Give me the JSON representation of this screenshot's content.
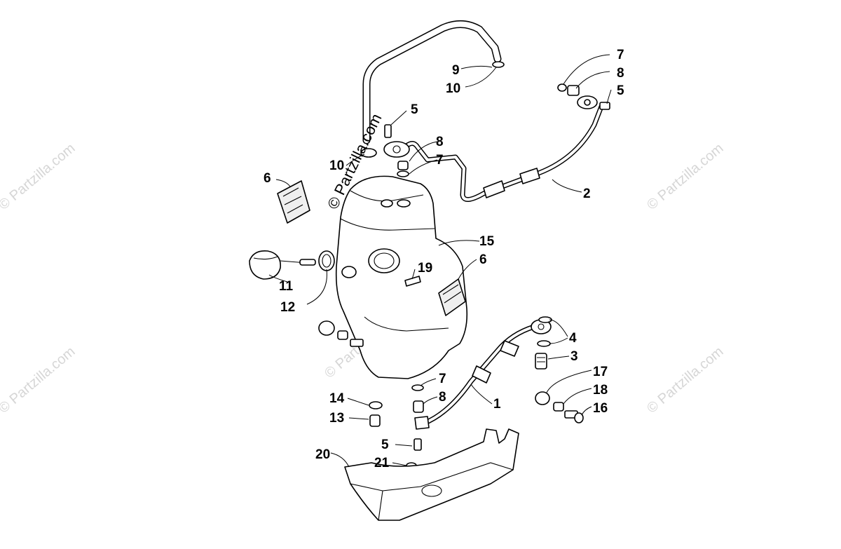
{
  "watermark": {
    "main_text": "© Partzilla.com",
    "faded_text": "© Partzilla.com"
  },
  "callouts": {
    "c1": "1",
    "c2": "2",
    "c3": "3",
    "c4": "4",
    "c5a": "5",
    "c5b": "5",
    "c5c": "5",
    "c6a": "6",
    "c6b": "6",
    "c7a": "7",
    "c7b": "7",
    "c7c": "7",
    "c8a": "8",
    "c8b": "8",
    "c8c": "8",
    "c9": "9",
    "c10a": "10",
    "c10b": "10",
    "c11": "11",
    "c12": "12",
    "c13": "13",
    "c14": "14",
    "c15": "15",
    "c16": "16",
    "c17": "17",
    "c18": "18",
    "c19": "19",
    "c20": "20",
    "c21": "21"
  }
}
